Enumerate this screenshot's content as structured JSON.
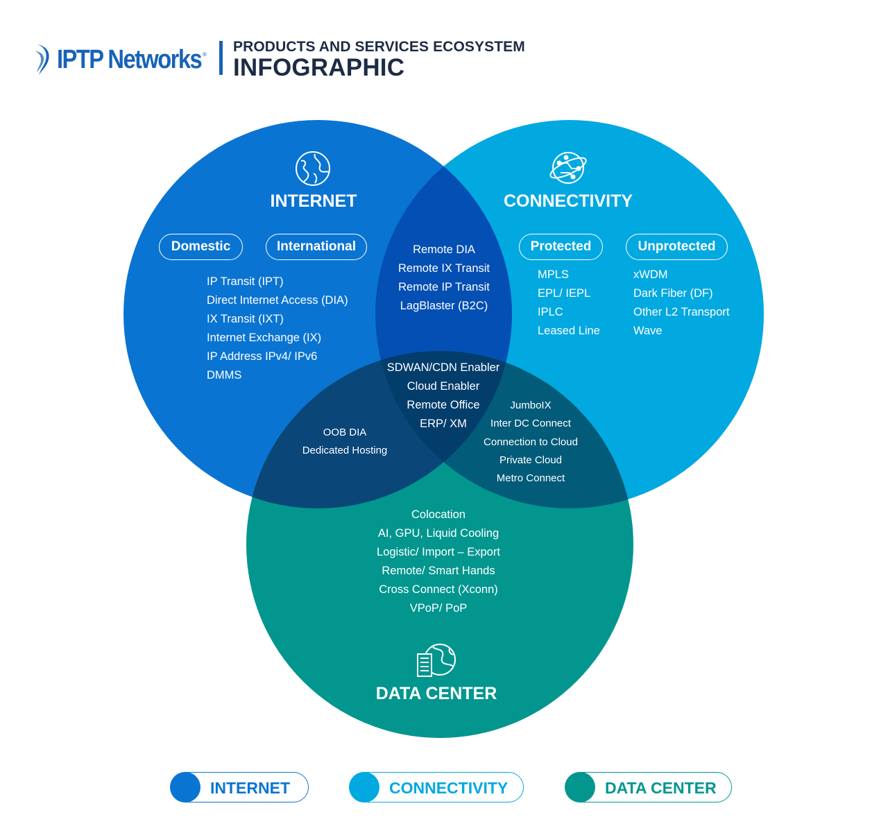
{
  "header": {
    "logo_text": "IPTP Networks",
    "registered_mark": "®",
    "subtitle": "PRODUCTS AND SERVICES ECOSYSTEM",
    "title": "INFOGRAPHIC"
  },
  "colors": {
    "brand": "#1763b6",
    "internet": "#0a74d2",
    "connectivity": "#02a8e0",
    "data_center": "#02968f",
    "internet_connectivity": "#034fb3",
    "internet_datacenter": "#0a4678",
    "connectivity_datacenter": "#025b78",
    "all_three": "#033d6b",
    "heading_text": "#1d2b45"
  },
  "internet": {
    "icon": "globe-icon",
    "title": "INTERNET",
    "pills": [
      "Domestic",
      "International"
    ],
    "items": [
      "IP Transit (IPT)",
      "Direct Internet Access (DIA)",
      "IX Transit (IXT)",
      "Internet Exchange (IX)",
      "IP Address IPv4/ IPv6",
      "DMMS"
    ]
  },
  "connectivity": {
    "icon": "network-globe-icon",
    "title": "CONNECTIVITY",
    "pills": [
      "Protected",
      "Unprotected"
    ],
    "protected_items": [
      "MPLS",
      "EPL/ IEPL",
      "IPLC",
      "Leased Line"
    ],
    "unprotected_items": [
      "xWDM",
      "Dark Fiber (DF)",
      "Other L2 Transport",
      "Wave"
    ]
  },
  "data_center": {
    "icon": "datacenter-globe-icon",
    "title": "DATA CENTER",
    "items": [
      "Colocation",
      "AI, GPU, Liquid Cooling",
      "Logistic/ Import – Export",
      "Remote/ Smart Hands",
      "Cross Connect (Xconn)",
      "VPoP/ PoP"
    ]
  },
  "overlaps": {
    "internet_connectivity": [
      "Remote DIA",
      "Remote IX Transit",
      "Remote IP Transit",
      "LagBlaster (B2C)"
    ],
    "all_three": [
      "SDWAN/CDN Enabler",
      "Cloud Enabler",
      "Remote Office",
      "ERP/ XM"
    ],
    "internet_datacenter": [
      "OOB DIA",
      "Dedicated Hosting"
    ],
    "connectivity_datacenter": [
      "JumboIX",
      "Inter DC Connect",
      "Connection to Cloud",
      "Private Cloud",
      "Metro Connect"
    ]
  },
  "legend": [
    {
      "label": "INTERNET",
      "color": "#0a74d2"
    },
    {
      "label": "CONNECTIVITY",
      "color": "#02a8e0"
    },
    {
      "label": "DATA CENTER",
      "color": "#02968f"
    }
  ]
}
